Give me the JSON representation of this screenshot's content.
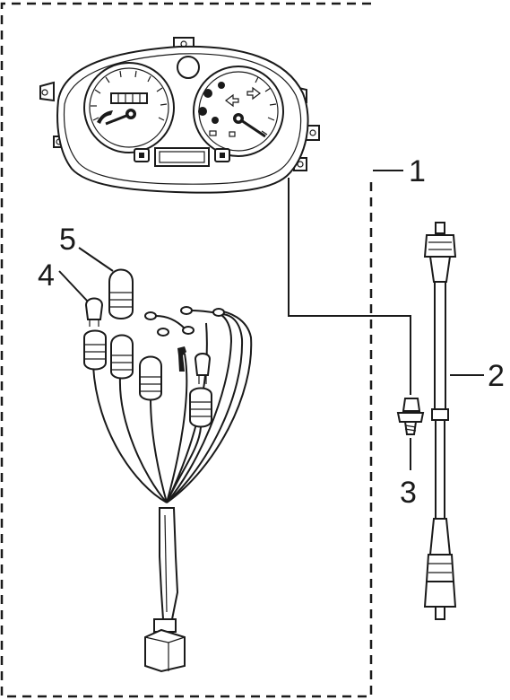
{
  "callouts": [
    {
      "id": "1",
      "label": "1"
    },
    {
      "id": "2",
      "label": "2"
    },
    {
      "id": "3",
      "label": "3"
    },
    {
      "id": "4",
      "label": "4"
    },
    {
      "id": "5",
      "label": "5"
    }
  ],
  "colors": {
    "ink": "#1a1a1a",
    "background": "#ffffff"
  }
}
